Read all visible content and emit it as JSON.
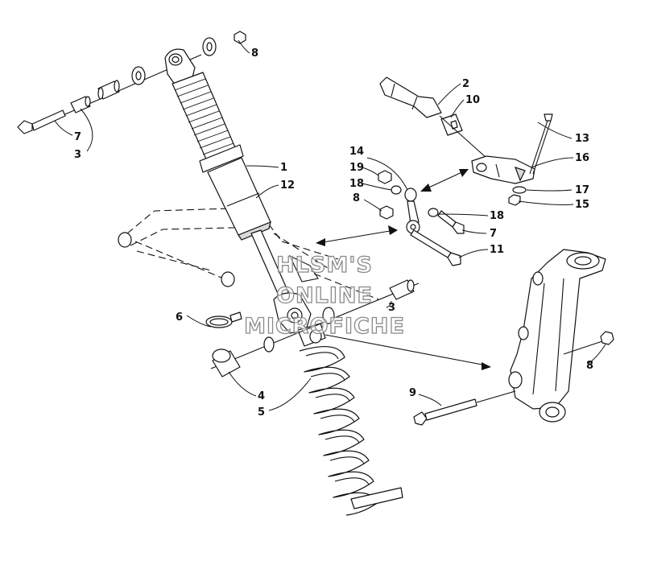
{
  "callouts": [
    {
      "id": "c1",
      "text": "1"
    },
    {
      "id": "c2",
      "text": "2"
    },
    {
      "id": "c3a",
      "text": "3"
    },
    {
      "id": "c3b",
      "text": "3"
    },
    {
      "id": "c4",
      "text": "4"
    },
    {
      "id": "c5",
      "text": "5"
    },
    {
      "id": "c6",
      "text": "6"
    },
    {
      "id": "c7a",
      "text": "7"
    },
    {
      "id": "c7b",
      "text": "7"
    },
    {
      "id": "c8a",
      "text": "8"
    },
    {
      "id": "c8b",
      "text": "8"
    },
    {
      "id": "c8c",
      "text": "8"
    },
    {
      "id": "c9",
      "text": "9"
    },
    {
      "id": "c10",
      "text": "10"
    },
    {
      "id": "c11",
      "text": "11"
    },
    {
      "id": "c12",
      "text": "12"
    },
    {
      "id": "c13",
      "text": "13"
    },
    {
      "id": "c14",
      "text": "14"
    },
    {
      "id": "c15",
      "text": "15"
    },
    {
      "id": "c16",
      "text": "16"
    },
    {
      "id": "c17",
      "text": "17"
    },
    {
      "id": "c18a",
      "text": "18"
    },
    {
      "id": "c18b",
      "text": "18"
    },
    {
      "id": "c19",
      "text": "19"
    }
  ],
  "watermark": {
    "line1": "HLSM'S",
    "line2": "ONLINE",
    "line3": "MICROFICHE"
  }
}
